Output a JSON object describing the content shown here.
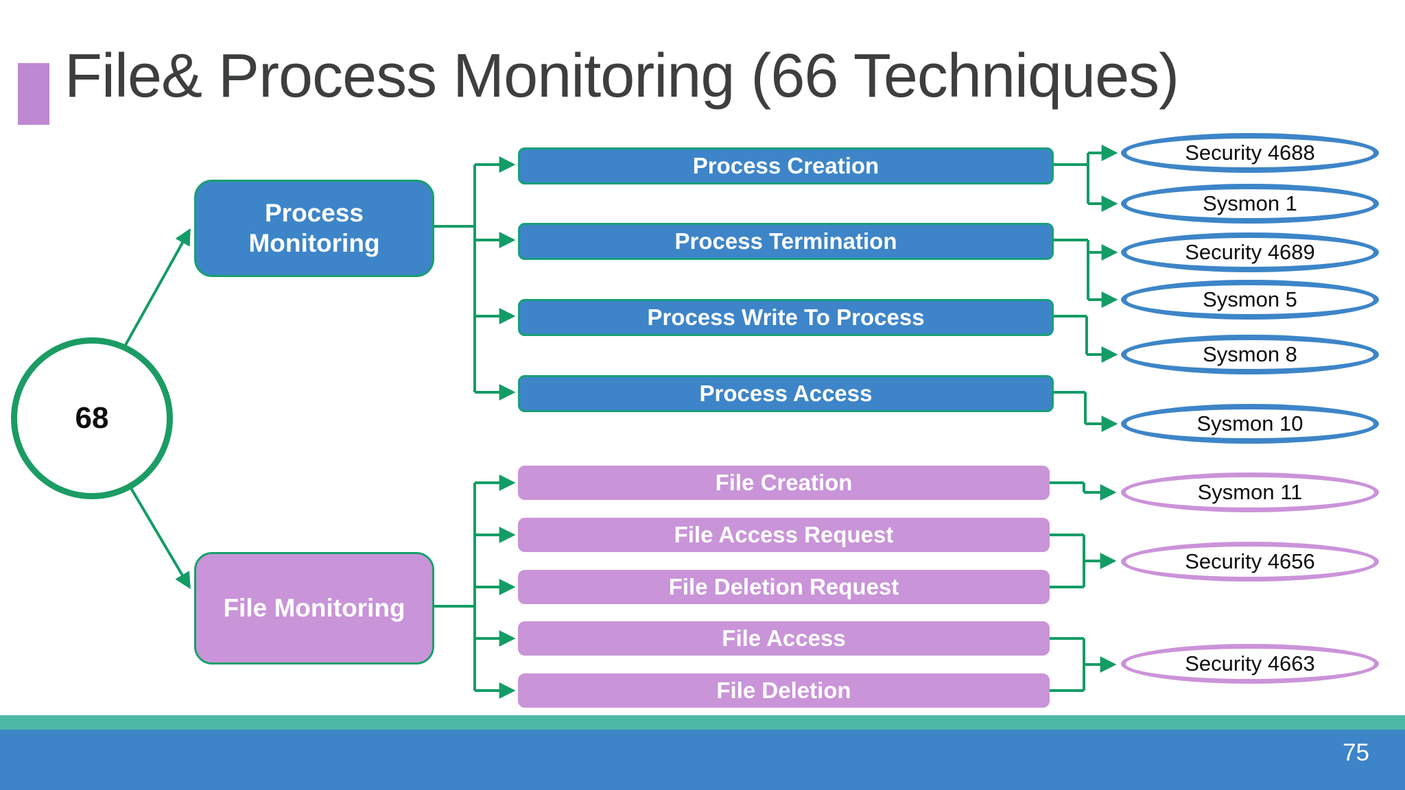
{
  "slide": {
    "title": "File& Process Monitoring (66 Techniques)",
    "page_number": "75",
    "root_count": "68"
  },
  "process": {
    "group_label": "Process Monitoring",
    "events": [
      {
        "label": "Process Creation"
      },
      {
        "label": "Process Termination"
      },
      {
        "label": "Process Write To Process"
      },
      {
        "label": "Process Access"
      }
    ],
    "sources": [
      {
        "label": "Security 4688"
      },
      {
        "label": "Sysmon 1"
      },
      {
        "label": "Security 4689"
      },
      {
        "label": "Sysmon 5"
      },
      {
        "label": "Sysmon 8"
      },
      {
        "label": "Sysmon 10"
      }
    ],
    "links": [
      {
        "from": "Process Creation",
        "to": [
          "Security 4688",
          "Sysmon 1"
        ]
      },
      {
        "from": "Process Termination",
        "to": [
          "Security 4689",
          "Sysmon 5"
        ]
      },
      {
        "from": "Process Write To Process",
        "to": [
          "Sysmon 8"
        ]
      },
      {
        "from": "Process Access",
        "to": [
          "Sysmon 10"
        ]
      }
    ]
  },
  "file": {
    "group_label": "File Monitoring",
    "events": [
      {
        "label": "File Creation"
      },
      {
        "label": "File Access Request"
      },
      {
        "label": "File Deletion Request"
      },
      {
        "label": "File Access"
      },
      {
        "label": "File Deletion"
      }
    ],
    "sources": [
      {
        "label": "Sysmon 11"
      },
      {
        "label": "Security 4656"
      },
      {
        "label": "Security 4663"
      }
    ],
    "links": [
      {
        "from": "File Creation",
        "to": [
          "Sysmon 11"
        ]
      },
      {
        "from": "File Access Request",
        "to": [
          "Security 4656"
        ]
      },
      {
        "from": "File Deletion Request",
        "to": [
          "Security 4656"
        ]
      },
      {
        "from": "File Access",
        "to": [
          "Security 4663"
        ]
      },
      {
        "from": "File Deletion",
        "to": [
          "Security 4663"
        ]
      }
    ]
  },
  "colors": {
    "process_fill": "#3d85c8",
    "file_fill": "#c994d8",
    "connector_green": "#149c66",
    "accent_purple": "#bf88d2",
    "footer_teal": "#4cb8a5",
    "footer_blue": "#3d85c8",
    "title_gray": "#3d3e40"
  }
}
